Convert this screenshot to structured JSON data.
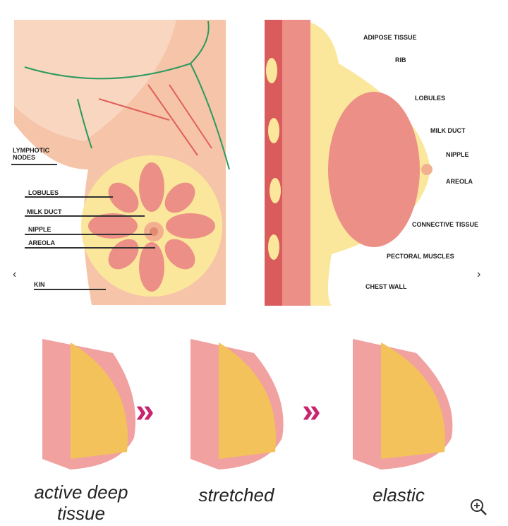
{
  "left_diagram": {
    "labels": [
      "LYMPHOTIC\nNODES",
      "LOBULES",
      "MILK DUCT",
      "NIPPLE",
      "AREOLA",
      "KIN"
    ]
  },
  "right_diagram": {
    "labels": [
      "ADIPOSE TISSUE",
      "RIB",
      "LOBULES",
      "MILK DUCT",
      "NIPPLE",
      "AREOLA",
      "CONNECTIVE TISSUE",
      "PECTORAL MUSCLES",
      "CHEST WALL"
    ]
  },
  "stages": [
    "active deep\ntissue",
    "stretched",
    "elastic"
  ],
  "nav": {
    "prev": "‹",
    "next": "›"
  },
  "colors": {
    "skin": "#f6c4a8",
    "lobule": "#ec8f86",
    "fat": "#fbe79c",
    "muscle": "#d95b5b",
    "arrow": "#c8256e"
  }
}
